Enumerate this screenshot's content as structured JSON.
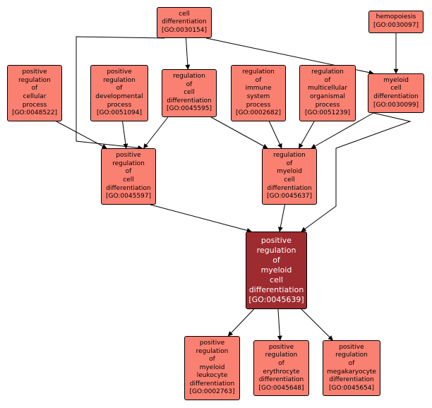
{
  "graph_title": "GO term ancestry for positive regulation of myeloid cell differentiation",
  "colors": {
    "node_fill": "#fa8072",
    "focus_fill": "#9e2b2f",
    "edge": "#000000"
  },
  "nodes": [
    {
      "id": "n0030154",
      "label": "cell\ndifferentiation\n[GO:0030154]"
    },
    {
      "id": "n0030097",
      "label": "hemopoiesis\n[GO:0030097]"
    },
    {
      "id": "n0048522",
      "label": "positive\nregulation\nof\ncellular\nprocess\n[GO:0048522]"
    },
    {
      "id": "n0051094",
      "label": "positive\nregulation\nof\ndevelopmental\nprocess\n[GO:0051094]"
    },
    {
      "id": "n0045595",
      "label": "regulation\nof\ncell\ndifferentiation\n[GO:0045595]"
    },
    {
      "id": "n0002682",
      "label": "regulation\nof\nimmune\nsystem\nprocess\n[GO:0002682]"
    },
    {
      "id": "n0051239",
      "label": "regulation\nof\nmulticellular\norganismal\nprocess\n[GO:0051239]"
    },
    {
      "id": "n0030099",
      "label": "myeloid\ncell\ndifferentiation\n[GO:0030099]"
    },
    {
      "id": "n0045597",
      "label": "positive\nregulation\nof\ncell\ndifferentiation\n[GO:0045597]"
    },
    {
      "id": "n0045637",
      "label": "regulation\nof\nmyeloid\ncell\ndifferentiation\n[GO:0045637]"
    },
    {
      "id": "n0045639",
      "label": "positive\nregulation\nof\nmyeloid\ncell\ndifferentiation\n[GO:0045639]"
    },
    {
      "id": "n0002763",
      "label": "positive\nregulation\nof\nmyeloid\nleukocyte\ndifferentiation\n[GO:0002763]"
    },
    {
      "id": "n0045648",
      "label": "positive\nregulation\nof\nerythrocyte\ndifferentiation\n[GO:0045648]"
    },
    {
      "id": "n0045654",
      "label": "positive\nregulation\nof\nmegakaryocyte\ndifferentiation\n[GO:0045654]"
    }
  ],
  "edges": [
    {
      "from": "n0030154",
      "to": "n0045595"
    },
    {
      "from": "n0030154",
      "to": "n0045597"
    },
    {
      "from": "n0030154",
      "to": "n0030099"
    },
    {
      "from": "n0030097",
      "to": "n0030099"
    },
    {
      "from": "n0048522",
      "to": "n0045597"
    },
    {
      "from": "n0051094",
      "to": "n0045597"
    },
    {
      "from": "n0045595",
      "to": "n0045597"
    },
    {
      "from": "n0045595",
      "to": "n0045637"
    },
    {
      "from": "n0002682",
      "to": "n0045637"
    },
    {
      "from": "n0051239",
      "to": "n0045637"
    },
    {
      "from": "n0030099",
      "to": "n0045637"
    },
    {
      "from": "n0030099",
      "to": "n0045639"
    },
    {
      "from": "n0045597",
      "to": "n0045639"
    },
    {
      "from": "n0045637",
      "to": "n0045639"
    },
    {
      "from": "n0045639",
      "to": "n0002763"
    },
    {
      "from": "n0045639",
      "to": "n0045648"
    },
    {
      "from": "n0045639",
      "to": "n0045654"
    }
  ]
}
